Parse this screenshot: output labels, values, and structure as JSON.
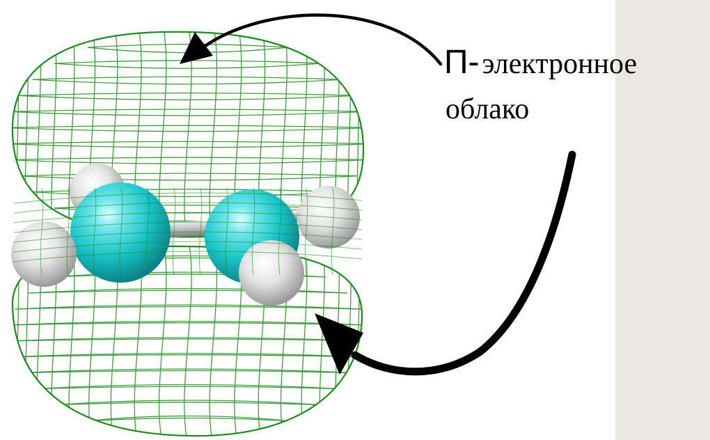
{
  "caption": {
    "prefix": "П-",
    "line1": "электронное",
    "line2": "облако"
  },
  "colors": {
    "cloud_mesh": "#1e8a1e",
    "carbon_atom": "#18c4c8",
    "hydrogen_atom": "#d8d8d8",
    "bond": "#c8c8c8",
    "arrow": "#000000",
    "side_panel": "#ebe7e3",
    "background": "#ffffff"
  },
  "molecule": {
    "carbon_atoms": 2,
    "hydrogen_atoms": 4,
    "cloud_lobes": 2
  }
}
